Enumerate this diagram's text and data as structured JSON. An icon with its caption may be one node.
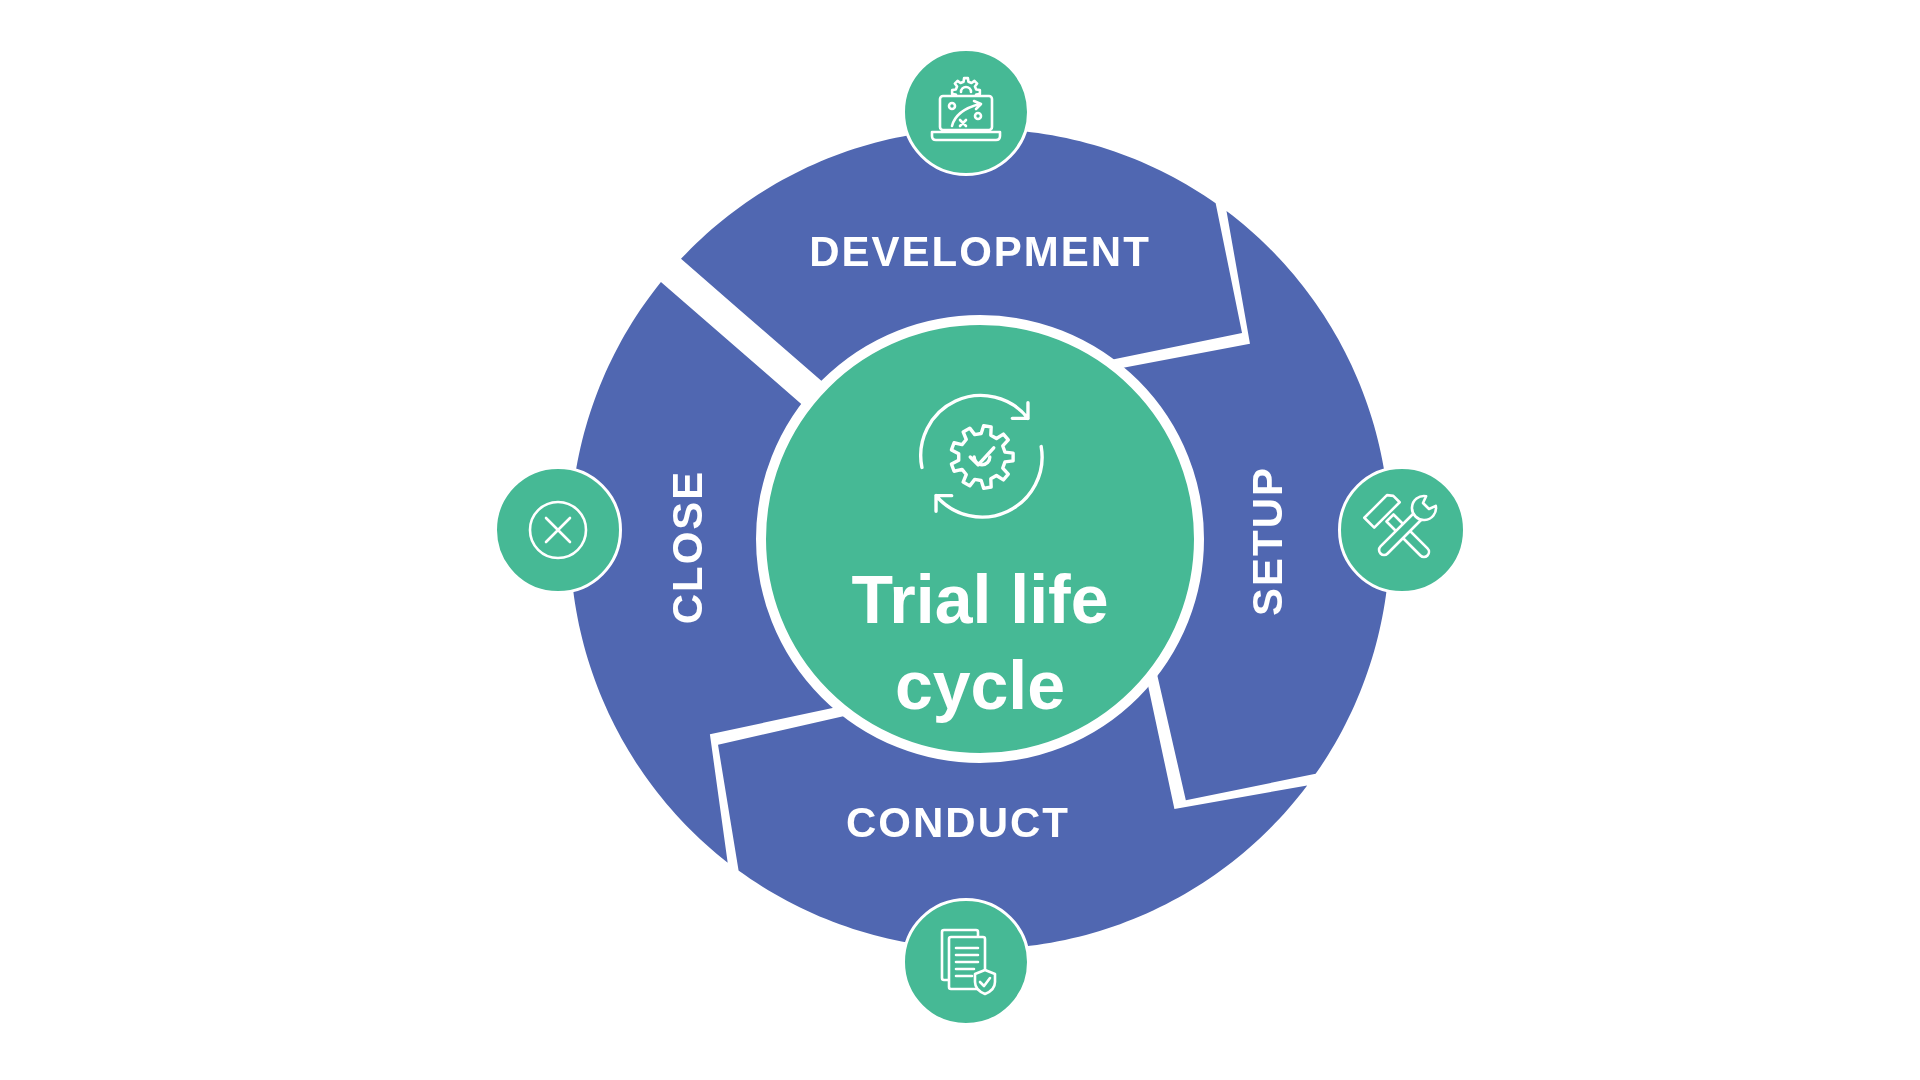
{
  "diagram": {
    "nodes": [
      {
        "text": [
          "Trial life cycle"
        ]
      },
      {
        "text": [
          "DEVELOPMENT"
        ]
      },
      {
        "text": [],
        "shape": "circle"
      },
      {
        "text": [
          "SETUP"
        ]
      },
      {
        "text": [],
        "shape": "circle"
      },
      {
        "text": [
          "CONDUCT"
        ]
      },
      {
        "text": [],
        "shape": "circle"
      },
      {
        "text": [
          "CLOSE"
        ]
      },
      {
        "text": [],
        "shape": "circle"
      }
    ]
  }
}
